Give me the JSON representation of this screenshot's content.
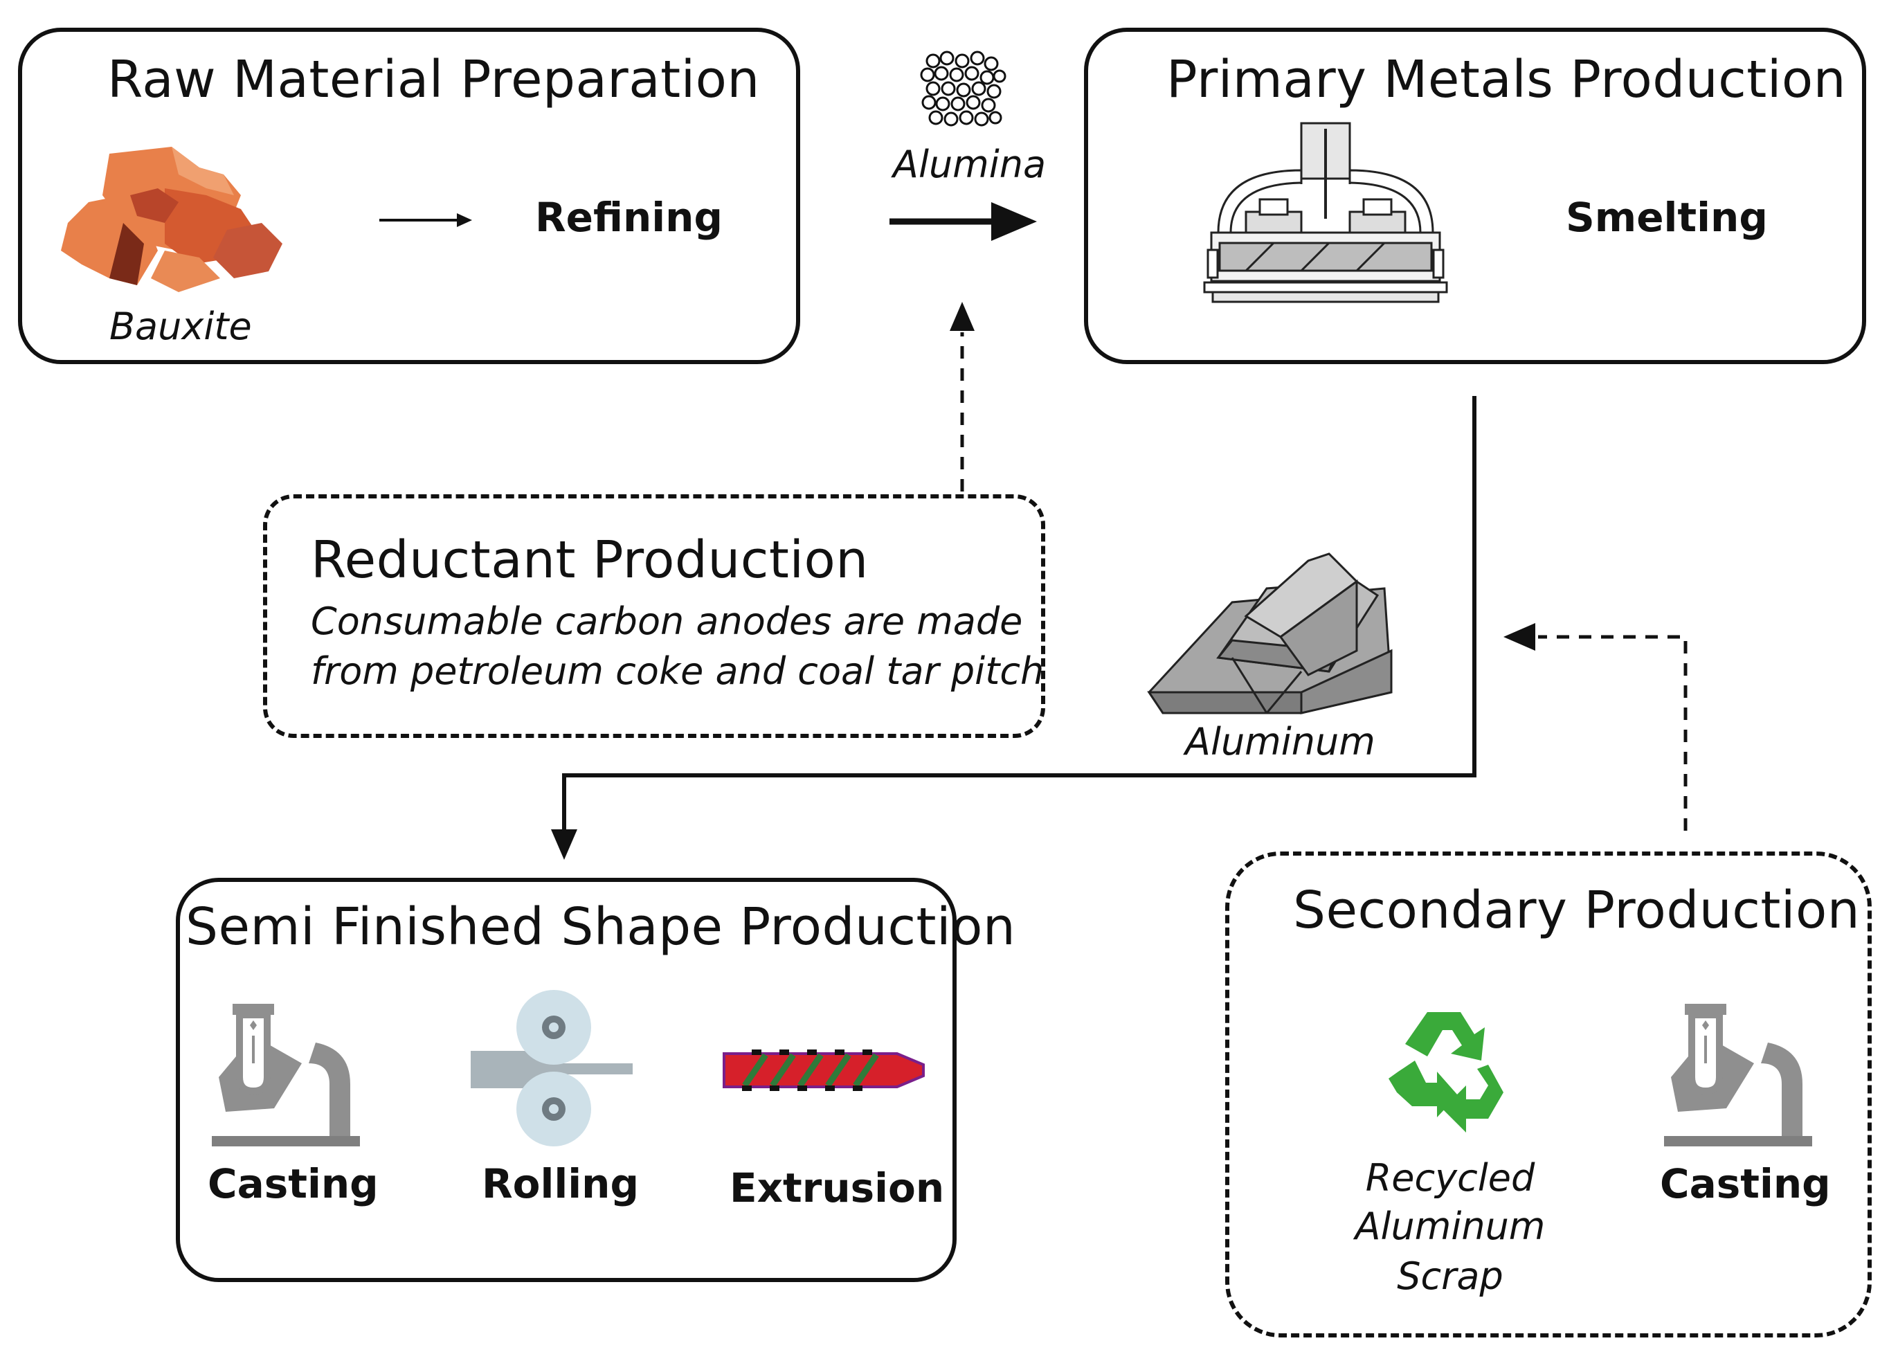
{
  "boxes": {
    "raw_material": {
      "title": "Raw Material Preparation",
      "input_label": "Bauxite",
      "step_label": "Refining"
    },
    "primary_metals": {
      "title": "Primary Metals Production",
      "step_label": "Smelting"
    },
    "reductant": {
      "title": "Reductant Production",
      "description_line1": "Consumable carbon anodes are made",
      "description_line2": "from petroleum coke and coal tar pitch"
    },
    "semi_finished": {
      "title": "Semi Finished Shape Production",
      "steps": [
        "Casting",
        "Rolling",
        "Extrusion"
      ]
    },
    "secondary": {
      "title": "Secondary Production",
      "scrap_line1": "Recycled",
      "scrap_line2": "Aluminum",
      "scrap_line3": "Scrap",
      "step_label": "Casting"
    }
  },
  "flow_labels": {
    "alumina": "Alumina",
    "aluminum": "Aluminum"
  },
  "icons": [
    "bauxite-rocks-icon",
    "alumina-granules-icon",
    "smelting-cell-icon",
    "aluminum-ingots-icon",
    "casting-ladle-icon",
    "rolling-mill-icon",
    "extrusion-icon",
    "recycle-icon"
  ],
  "colors": {
    "bauxite": "#e07a45",
    "recycle": "#3aaa3a",
    "extrusion": "#d6202a",
    "rollers": "#c9dbe4",
    "ingot": "#9a9a9a",
    "machine": "#8c8c8c"
  }
}
